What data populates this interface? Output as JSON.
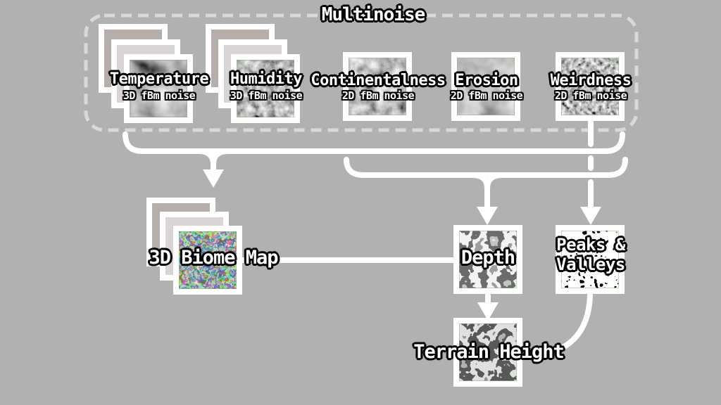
{
  "diagram": {
    "title": "Multinoise",
    "noise_nodes": [
      {
        "label": "Temperature",
        "sublabel": "3D fBm noise",
        "layers": "stacked-3d"
      },
      {
        "label": "Humidity",
        "sublabel": "3D fBm noise",
        "layers": "stacked-3d"
      },
      {
        "label": "Continentalness",
        "sublabel": "2D fBm noise",
        "layers": "single-2d"
      },
      {
        "label": "Erosion",
        "sublabel": "2D fBm noise",
        "layers": "single-2d"
      },
      {
        "label": "Weirdness",
        "sublabel": "2D fBm noise",
        "layers": "single-2d"
      }
    ],
    "derived_nodes": [
      {
        "label": "3D Biome Map",
        "layers": "stacked-3d"
      },
      {
        "label": "Depth",
        "layers": "single-2d"
      },
      {
        "label_line1": "Peaks &",
        "label_line2": "Valleys",
        "layers": "single-2d"
      },
      {
        "label": "Terrain Height",
        "layers": "single-2d"
      }
    ],
    "edges": [
      {
        "from": "Temperature, Humidity, Continentalness, Erosion, Weirdness",
        "to": "3D Biome Map",
        "arrow": true
      },
      {
        "from": "Continentalness, Erosion, Weirdness",
        "to": "Depth",
        "arrow": true
      },
      {
        "from": "Weirdness",
        "to": "Peaks & Valleys",
        "arrow": true
      },
      {
        "from": "3D Biome Map",
        "to": "Depth",
        "arrow": false
      },
      {
        "from": "Depth",
        "to": "Terrain Height",
        "arrow": true
      },
      {
        "from": "Peaks & Valleys",
        "to": "Terrain Height",
        "arrow": false
      }
    ],
    "colors": {
      "background": "#b1b1b1",
      "connector": "#ffffff",
      "dashed_border": "#d9d9d9",
      "card_border": "#ffffff",
      "card_back_fill": "#b5aeab",
      "card_mid_fill": "#d8d5d4",
      "label_fill": "#ffffff",
      "label_outline": "#000000"
    }
  }
}
